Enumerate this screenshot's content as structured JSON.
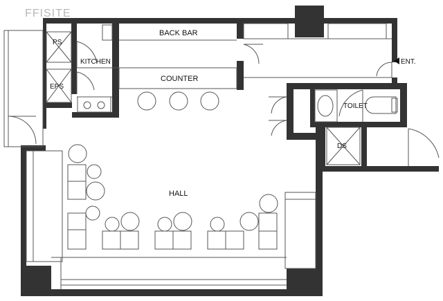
{
  "watermark": "FFISITE",
  "rooms": {
    "ps": "PS",
    "kitchen": "KITCHEN",
    "eps": "EPS",
    "back_bar": "BACK BAR",
    "counter": "COUNTER",
    "toilet": "TOILET",
    "ds": "DS",
    "hall": "HALL",
    "entrance": "ENT."
  },
  "colors": {
    "wall": "#333333",
    "line": "#555555",
    "background": "#ffffff"
  }
}
